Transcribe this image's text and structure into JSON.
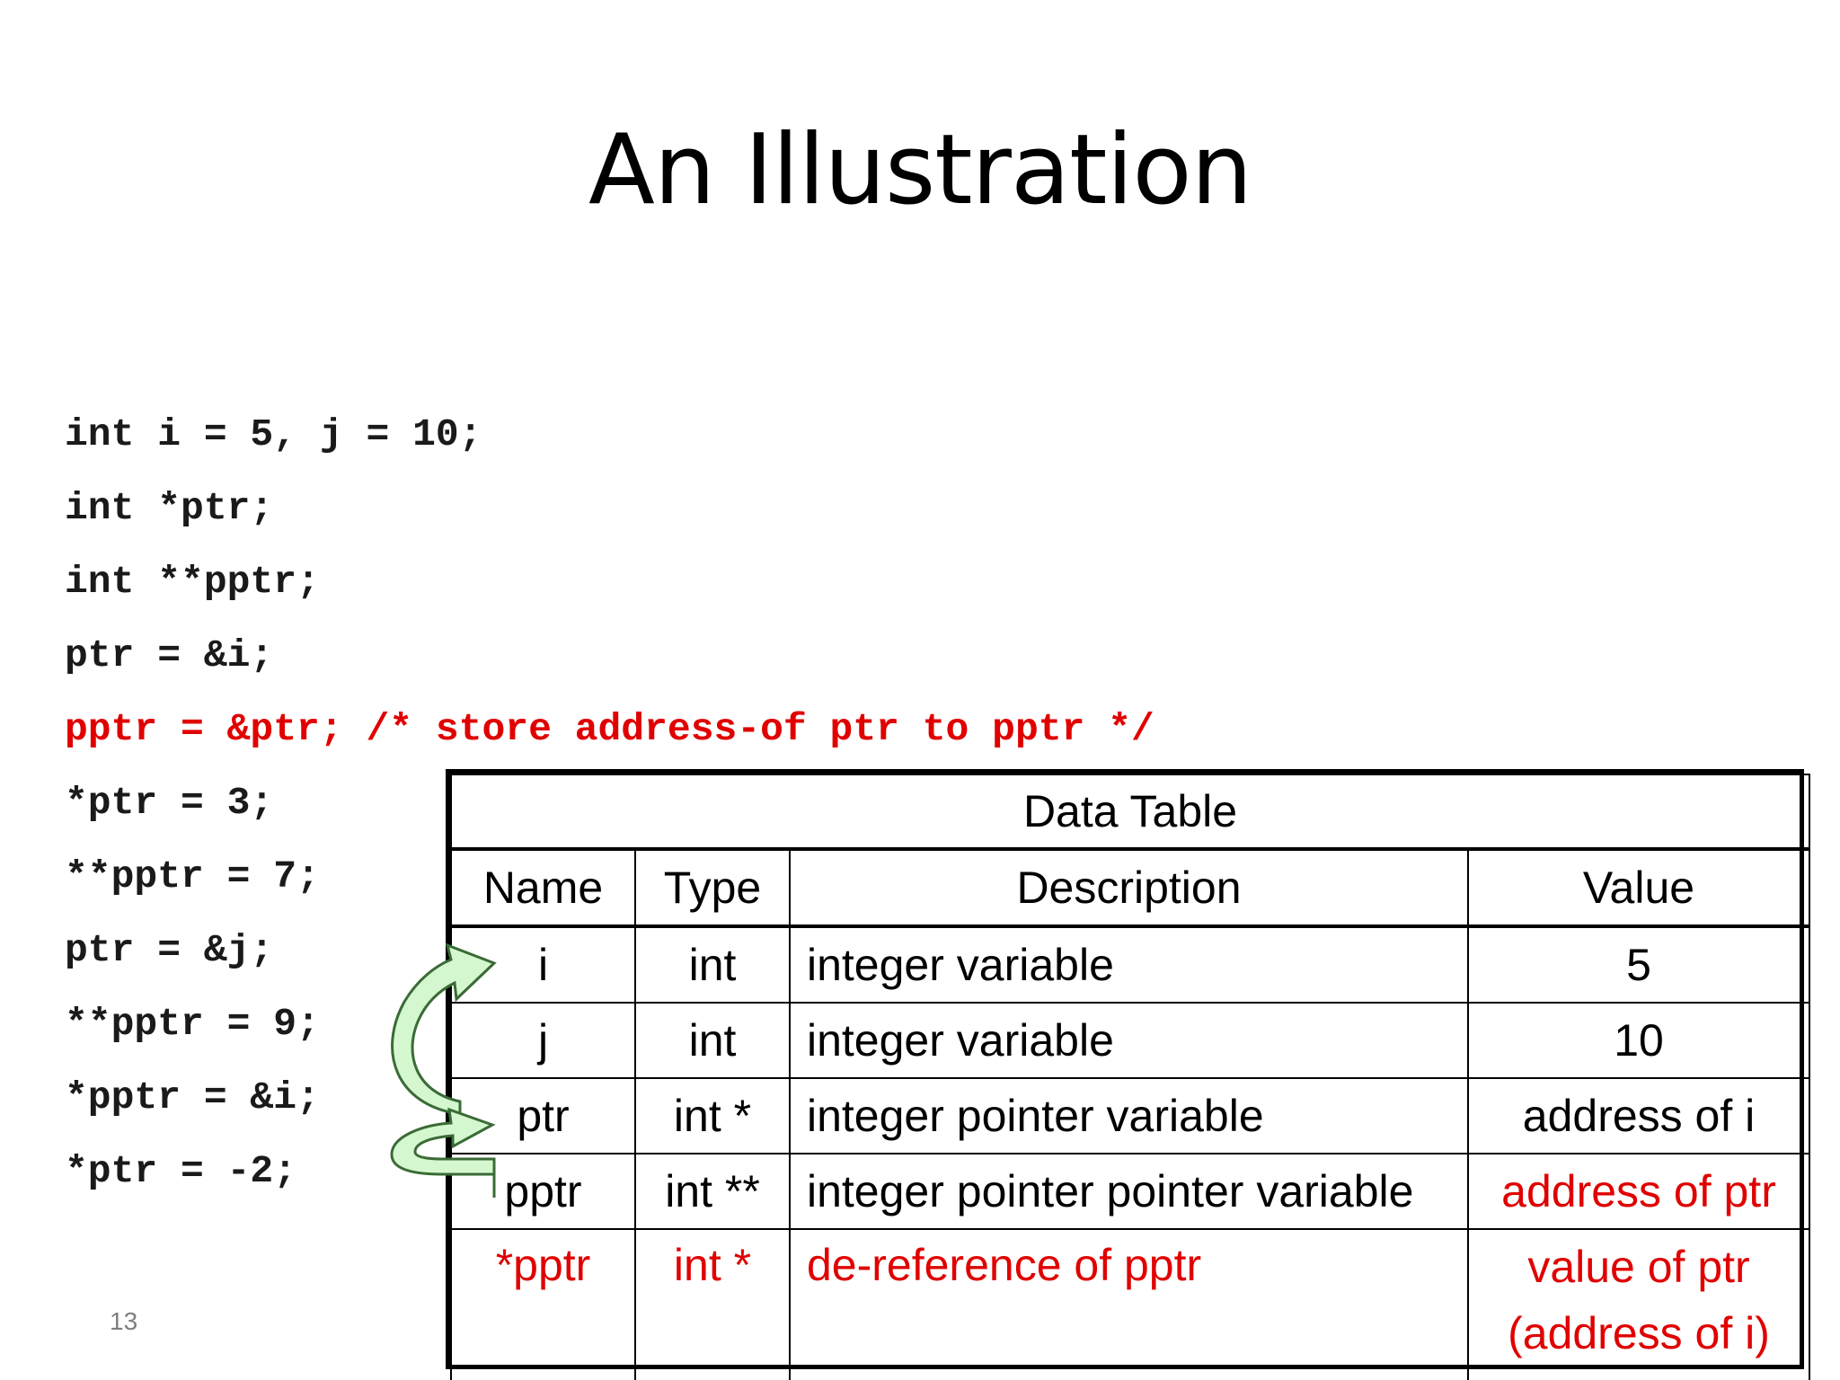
{
  "slide": {
    "title": "An Illustration",
    "number": "13"
  },
  "code_lines": [
    "int i = 5, j = 10;",
    "int *ptr;",
    "int **pptr;",
    "ptr = &i;",
    "pptr = &ptr; /* store address-of ptr to pptr */",
    "*ptr = 3;",
    "**pptr = 7;",
    "ptr = &j;",
    "**pptr = 9;",
    "*pptr = &i;",
    "*ptr = -2;"
  ],
  "highlighted_line_index": 4,
  "table": {
    "caption": "Data Table",
    "headers": [
      "Name",
      "Type",
      "Description",
      "Value"
    ],
    "rows": [
      {
        "name": "i",
        "type": "int",
        "description": "integer variable",
        "value": "5"
      },
      {
        "name": "j",
        "type": "int",
        "description": "integer variable",
        "value": "10"
      },
      {
        "name": "ptr",
        "type": "int *",
        "description": "integer pointer variable",
        "value": "address of i"
      },
      {
        "name": "pptr",
        "type": "int **",
        "description": "integer pointer pointer variable",
        "value": "address of ptr"
      },
      {
        "name": "*pptr",
        "type": "int *",
        "description": "de-reference of pptr",
        "value": "value of ptr (address of i)"
      }
    ]
  },
  "colors": {
    "highlight": "#e00000",
    "text": "#1a1a1a",
    "arrow_fill": "#d4f7d0",
    "arrow_stroke": "#3a6b35"
  }
}
